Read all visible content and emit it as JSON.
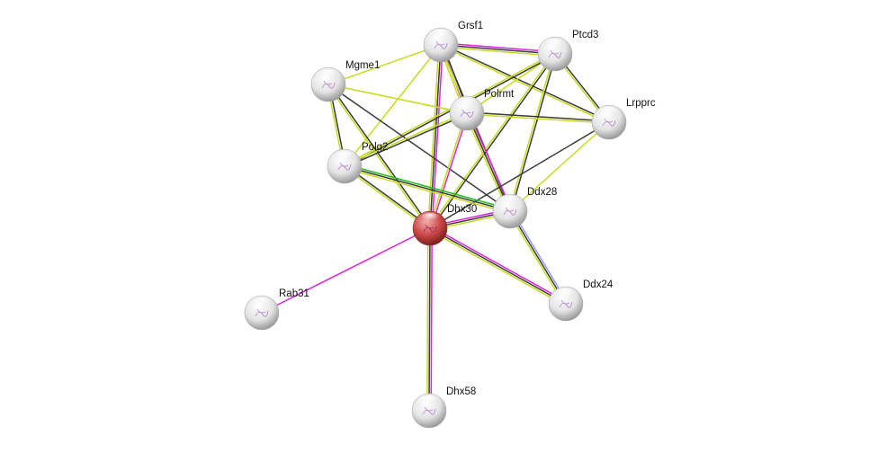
{
  "colors": {
    "query_node": "#c94545",
    "node": "#e0e0e0",
    "textmining": "#c7dc1e",
    "coexpression": "#3a3a3a",
    "experiments": "#dd22dd",
    "neighborhood": "#22bb22",
    "database": "#9999ee"
  },
  "nodes": [
    {
      "id": "Grsf1",
      "label": "Grsf1",
      "query": false
    },
    {
      "id": "Ptcd3",
      "label": "Ptcd3",
      "query": false
    },
    {
      "id": "Mgme1",
      "label": "Mgme1",
      "query": false
    },
    {
      "id": "Polrmt",
      "label": "Polrmt",
      "query": false
    },
    {
      "id": "Lrpprc",
      "label": "Lrpprc",
      "query": false
    },
    {
      "id": "Polg2",
      "label": "Polg2",
      "query": false
    },
    {
      "id": "Ddx28",
      "label": "Ddx28",
      "query": false
    },
    {
      "id": "Dhx30",
      "label": "Dhx30",
      "query": true
    },
    {
      "id": "Ddx24",
      "label": "Ddx24",
      "query": false
    },
    {
      "id": "Rab31",
      "label": "Rab31",
      "query": false
    },
    {
      "id": "Dhx58",
      "label": "Dhx58",
      "query": false
    }
  ],
  "edges": [
    {
      "source": "Grsf1",
      "target": "Ptcd3",
      "channels": [
        "experiments",
        "coexpression",
        "textmining"
      ]
    },
    {
      "source": "Grsf1",
      "target": "Mgme1",
      "channels": [
        "textmining"
      ]
    },
    {
      "source": "Grsf1",
      "target": "Polg2",
      "channels": [
        "textmining"
      ]
    },
    {
      "source": "Grsf1",
      "target": "Polrmt",
      "channels": [
        "coexpression",
        "experiments",
        "textmining"
      ]
    },
    {
      "source": "Grsf1",
      "target": "Dhx30",
      "channels": [
        "experiments",
        "coexpression",
        "textmining"
      ]
    },
    {
      "source": "Grsf1",
      "target": "Lrpprc",
      "channels": [
        "coexpression",
        "textmining"
      ]
    },
    {
      "source": "Grsf1",
      "target": "Ddx28",
      "channels": [
        "coexpression",
        "textmining"
      ]
    },
    {
      "source": "Ptcd3",
      "target": "Polrmt",
      "channels": [
        "textmining"
      ]
    },
    {
      "source": "Ptcd3",
      "target": "Lrpprc",
      "channels": [
        "coexpression",
        "textmining"
      ]
    },
    {
      "source": "Ptcd3",
      "target": "Polg2",
      "channels": [
        "coexpression",
        "textmining"
      ]
    },
    {
      "source": "Ptcd3",
      "target": "Dhx30",
      "channels": [
        "coexpression",
        "textmining"
      ]
    },
    {
      "source": "Ptcd3",
      "target": "Ddx28",
      "channels": [
        "coexpression",
        "textmining"
      ]
    },
    {
      "source": "Mgme1",
      "target": "Polrmt",
      "channels": [
        "textmining"
      ]
    },
    {
      "source": "Mgme1",
      "target": "Polg2",
      "channels": [
        "coexpression",
        "textmining"
      ]
    },
    {
      "source": "Mgme1",
      "target": "Dhx30",
      "channels": [
        "coexpression",
        "textmining"
      ]
    },
    {
      "source": "Mgme1",
      "target": "Ddx28",
      "channels": [
        "coexpression"
      ]
    },
    {
      "source": "Polrmt",
      "target": "Lrpprc",
      "channels": [
        "coexpression",
        "textmining"
      ]
    },
    {
      "source": "Polrmt",
      "target": "Polg2",
      "channels": [
        "coexpression",
        "textmining"
      ]
    },
    {
      "source": "Polrmt",
      "target": "Dhx30",
      "channels": [
        "experiments",
        "textmining"
      ]
    },
    {
      "source": "Polrmt",
      "target": "Ddx28",
      "channels": [
        "experiments",
        "coexpression",
        "textmining"
      ]
    },
    {
      "source": "Lrpprc",
      "target": "Dhx30",
      "channels": [
        "coexpression"
      ]
    },
    {
      "source": "Lrpprc",
      "target": "Ddx28",
      "channels": [
        "textmining"
      ]
    },
    {
      "source": "Polg2",
      "target": "Dhx30",
      "channels": [
        "coexpression",
        "textmining"
      ]
    },
    {
      "source": "Polg2",
      "target": "Ddx28",
      "channels": [
        "neighborhood",
        "coexpression",
        "textmining"
      ]
    },
    {
      "source": "Dhx30",
      "target": "Ddx28",
      "channels": [
        "experiments",
        "coexpression",
        "textmining"
      ]
    },
    {
      "source": "Dhx30",
      "target": "Ddx24",
      "channels": [
        "experiments",
        "coexpression",
        "textmining"
      ]
    },
    {
      "source": "Dhx30",
      "target": "Rab31",
      "channels": [
        "experiments"
      ]
    },
    {
      "source": "Dhx30",
      "target": "Dhx58",
      "channels": [
        "experiments",
        "coexpression",
        "textmining"
      ]
    },
    {
      "source": "Ddx28",
      "target": "Ddx24",
      "channels": [
        "database",
        "coexpression",
        "textmining"
      ]
    }
  ]
}
